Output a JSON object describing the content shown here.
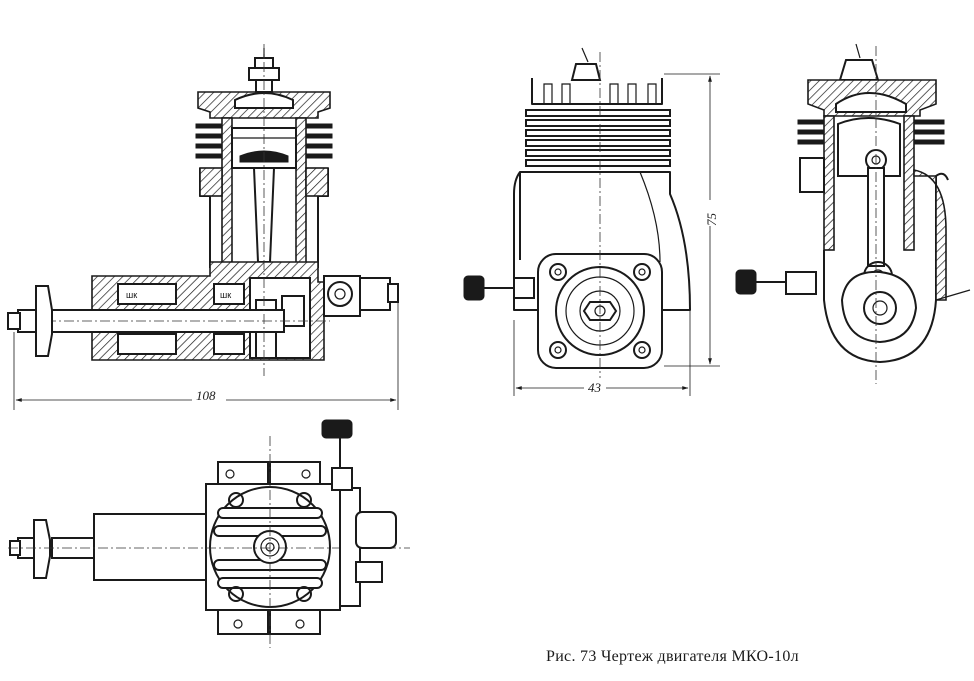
{
  "figure": {
    "caption": "Рис. 73 Чертеж двигателя МКО-10л"
  },
  "dimensions": {
    "total_length": "108",
    "crankcase_width": "43",
    "height": "75"
  },
  "labels": {
    "bearing_left": "шк",
    "bearing_right": "шк"
  }
}
